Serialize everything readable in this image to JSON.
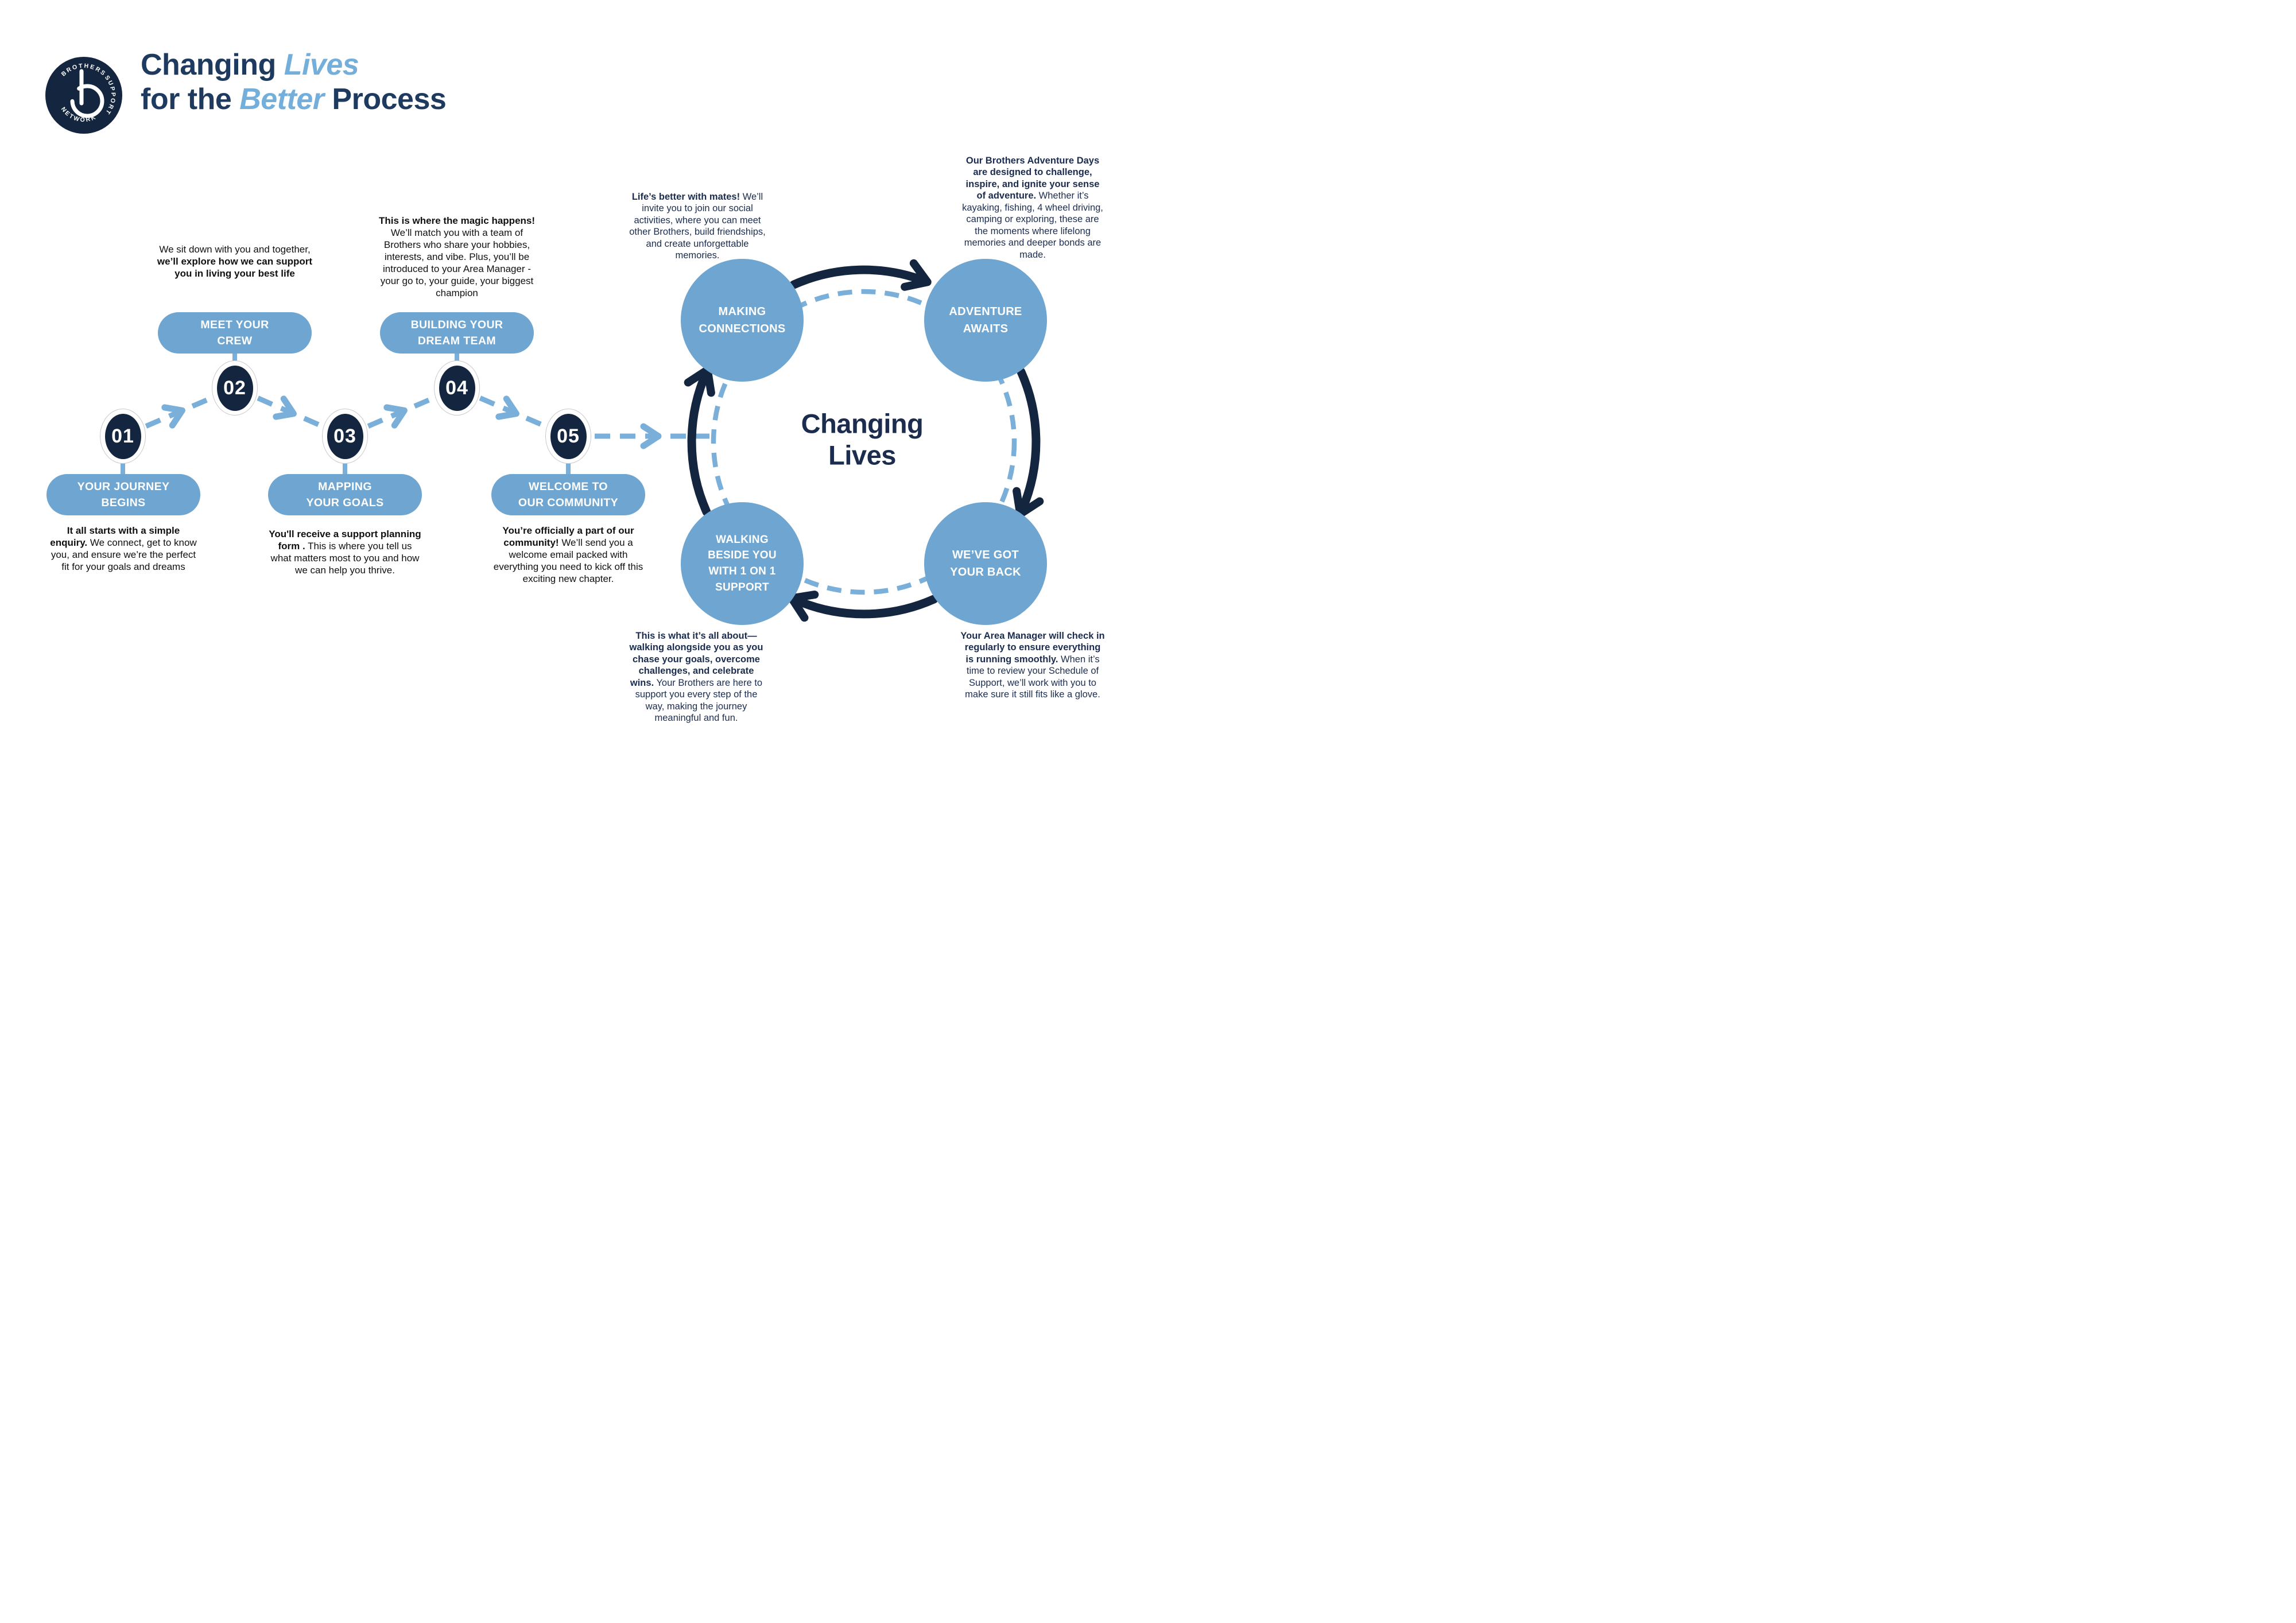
{
  "header": {
    "logo": {
      "ring_text_top": "BROTHERS",
      "ring_text_right": "SUPPORT",
      "ring_text_bottom": "NETWORK"
    },
    "title": {
      "line1_prefix": "Changing ",
      "line1_accent": "Lives",
      "line2_prefix": "for the ",
      "line2_accent": "Better",
      "line2_suffix": " Process"
    }
  },
  "colors": {
    "navy_dark": "#14263F",
    "navy_text": "#1B2C4E",
    "title_navy": "#1E3A5F",
    "accent_blue": "#74AEDB",
    "light_blue_fill": "#6FA6D1",
    "dashed_blue": "#79AFD9",
    "black_text": "#101010",
    "background": "#FFFFFF"
  },
  "steps": [
    {
      "number": "01",
      "label": [
        "YOUR JOURNEY",
        "BEGINS"
      ],
      "note": {
        "pre": "",
        "bold": "It all starts with a simple enquiry.",
        "rest": " We connect, get to know you, and ensure we’re the perfect fit for your goals and dreams"
      }
    },
    {
      "number": "02",
      "label": [
        "MEET YOUR",
        "CREW"
      ],
      "note": {
        "pre": "We sit down with you and together, ",
        "bold": "we’ll explore how we can support  you in living your best life",
        "rest": ""
      }
    },
    {
      "number": "03",
      "label": [
        "MAPPING",
        "YOUR GOALS"
      ],
      "note": {
        "pre": "",
        "bold": "You'll receive a support planning form .",
        "rest": " This is where you tell us what matters most to you and how we can help you thrive."
      }
    },
    {
      "number": "04",
      "label": [
        "BUILDING YOUR",
        "DREAM TEAM"
      ],
      "note": {
        "pre": "",
        "bold": "This is where the magic happens!",
        "rest": " We’ll match you with a team of Brothers who share your hobbies, interests, and vibe. Plus, you’ll be introduced to your Area Manager - your go to, your guide, your biggest champion"
      }
    },
    {
      "number": "05",
      "label": [
        "WELCOME TO",
        "OUR COMMUNITY"
      ],
      "note": {
        "pre": "",
        "bold": "You’re officially a part of our community!",
        "rest": " We’ll send you a welcome email packed with everything you need to kick off this exciting new chapter."
      }
    }
  ],
  "cycle": {
    "center_title": [
      "Changing",
      "Lives"
    ],
    "nodes": [
      {
        "label": [
          "MAKING",
          "CONNECTIONS"
        ],
        "note": {
          "bold": "Life’s better with mates!",
          "rest": " We’ll invite you to join our social activities, where you can meet other Brothers, build friendships, and create unforgettable memories."
        }
      },
      {
        "label": [
          "ADVENTURE",
          "AWAITS"
        ],
        "note": {
          "bold": "Our Brothers Adventure Days are designed to challenge, inspire, and ignite your sense of adventure.",
          "rest": " Whether it’s kayaking, fishing, 4 wheel driving, camping or exploring, these are the moments where lifelong memories and deeper bonds are made."
        }
      },
      {
        "label": [
          "WE’VE GOT",
          "YOUR BACK"
        ],
        "note": {
          "bold": "Your Area Manager will check in regularly to ensure everything is running smoothly.",
          "rest": " When it’s time to review your Schedule of Support, we’ll work with you to make sure it still fits like a glove."
        }
      },
      {
        "label": [
          "WALKING",
          "BESIDE YOU",
          "WITH 1 ON 1",
          "SUPPORT"
        ],
        "note": {
          "bold": "This is what it’s all about—walking alongside you as you chase your goals, overcome challenges, and celebrate wins.",
          "rest": " Your Brothers are here to support you every step of the way, making the journey meaningful and fun."
        }
      }
    ]
  }
}
